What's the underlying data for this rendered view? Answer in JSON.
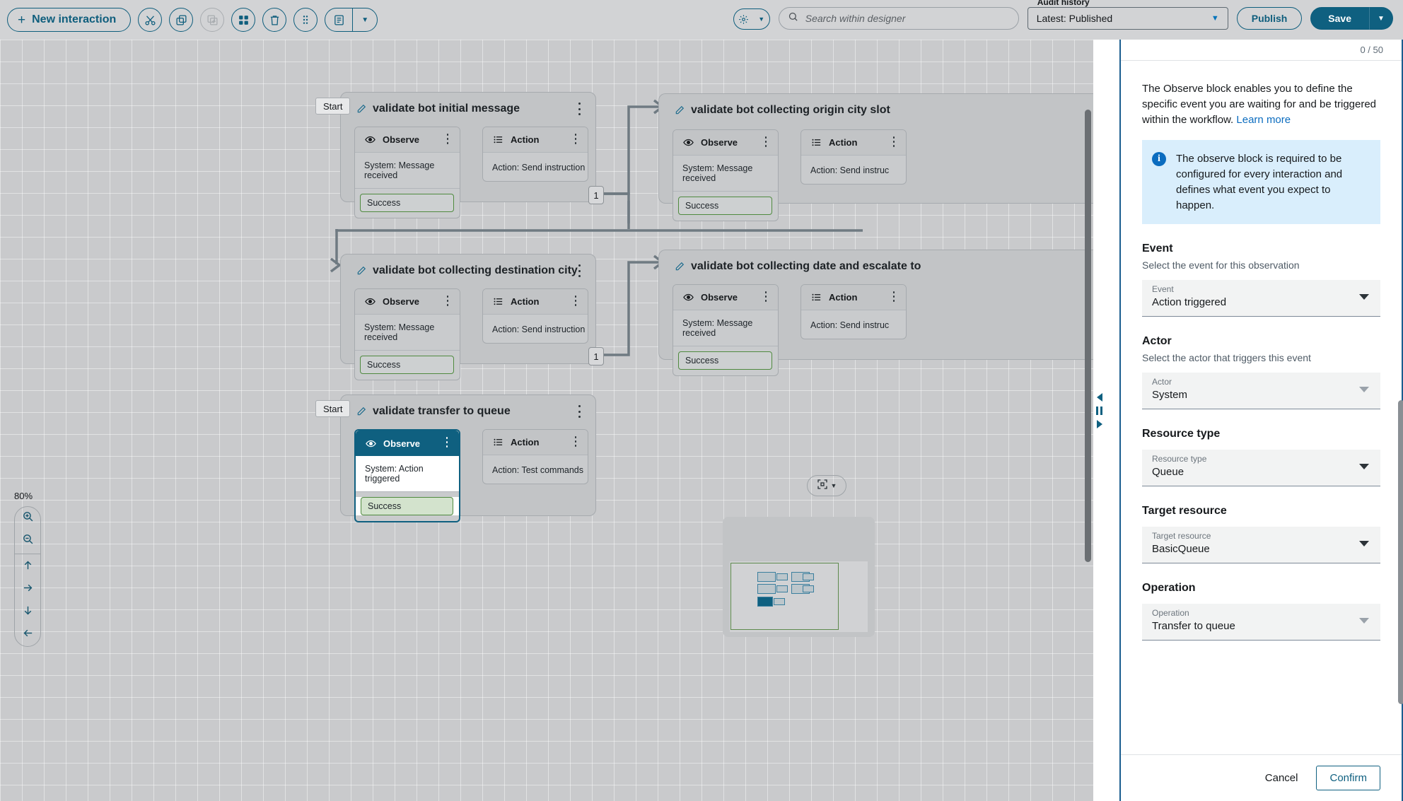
{
  "toolbar": {
    "new_interaction_label": "New interaction",
    "plus_icon": "plus-icon",
    "icons": [
      {
        "name": "cut-icon",
        "label": "Cut",
        "disabled": false
      },
      {
        "name": "copy-icon",
        "label": "Copy",
        "disabled": false
      },
      {
        "name": "paste-icon",
        "label": "Paste",
        "disabled": true
      },
      {
        "name": "duplicate-icon",
        "label": "Duplicate",
        "disabled": false
      },
      {
        "name": "delete-icon",
        "label": "Delete",
        "disabled": false
      },
      {
        "name": "drag-handle-icon",
        "label": "Move",
        "disabled": false
      }
    ],
    "notes_icon": "notes-icon",
    "notes_dropdown_icon": "chevron-down-icon",
    "settings_icon": "gear-icon",
    "settings_dropdown_icon": "chevron-down-icon"
  },
  "search": {
    "placeholder": "Search within designer",
    "value": "",
    "icon": "search-icon"
  },
  "audit_history": {
    "label": "Audit history",
    "value": "Latest: Published",
    "caret_icon": "chevron-down-icon"
  },
  "actions": {
    "publish_label": "Publish",
    "save_label": "Save",
    "save_dropdown_icon": "chevron-down-icon"
  },
  "canvas": {
    "zoom_level": "80%",
    "zoom_in_icon": "zoom-in-icon",
    "zoom_out_icon": "zoom-out-icon",
    "pan_up_icon": "arrow-up-icon",
    "pan_right_icon": "arrow-right-icon",
    "pan_down_icon": "arrow-down-icon",
    "pan_left_icon": "arrow-left-icon",
    "fit_icon": "fit-to-screen-icon",
    "fit_dropdown_icon": "chevron-down-icon",
    "start_label": "Start",
    "edge_badge_labels": [
      "1",
      "1"
    ],
    "groups": [
      {
        "title": "validate bot initial message",
        "has_start": true,
        "clipped": false,
        "observe": {
          "header": "Observe",
          "body": "System: Message received",
          "port": "Success"
        },
        "action": {
          "header": "Action",
          "body": "Action: Send instruction"
        },
        "selected": false
      },
      {
        "title": "validate bot collecting origin city slot",
        "has_start": false,
        "clipped": true,
        "observe": {
          "header": "Observe",
          "body": "System: Message received",
          "port": "Success"
        },
        "action": {
          "header": "Action",
          "body": "Action: Send instruc"
        },
        "selected": false
      },
      {
        "title": "validate bot collecting destination city",
        "has_start": false,
        "clipped": false,
        "observe": {
          "header": "Observe",
          "body": "System: Message received",
          "port": "Success"
        },
        "action": {
          "header": "Action",
          "body": "Action: Send instruction"
        },
        "selected": false
      },
      {
        "title": "validate bot collecting date and escalate to",
        "has_start": false,
        "clipped": true,
        "observe": {
          "header": "Observe",
          "body": "System: Message received",
          "port": "Success"
        },
        "action": {
          "header": "Action",
          "body": "Action: Send instruc"
        },
        "selected": false
      },
      {
        "title": "validate transfer to queue",
        "has_start": true,
        "clipped": false,
        "observe": {
          "header": "Observe",
          "body": "System: Action triggered",
          "port": "Success"
        },
        "action": {
          "header": "Action",
          "body": "Action: Test commands"
        },
        "selected": true
      }
    ]
  },
  "panel": {
    "counter": "0 / 50",
    "intro_text": "The Observe block enables you to define the specific event you are waiting for and be triggered within the workflow.",
    "learn_more": "Learn more",
    "alert_icon": "info-icon",
    "alert_text": "The observe block is required to be configured for every interaction and defines what event you expect to happen.",
    "sections": [
      {
        "heading": "Event",
        "subtitle": "Select the event for this observation",
        "field_label": "Event",
        "field_value": "Action triggered",
        "disabled": false
      },
      {
        "heading": "Actor",
        "subtitle": "Select the actor that triggers this event",
        "field_label": "Actor",
        "field_value": "System",
        "disabled": true
      },
      {
        "heading": "Resource type",
        "subtitle": "",
        "field_label": "Resource type",
        "field_value": "Queue",
        "disabled": false
      },
      {
        "heading": "Target resource",
        "subtitle": "",
        "field_label": "Target resource",
        "field_value": "BasicQueue",
        "disabled": false
      },
      {
        "heading": "Operation",
        "subtitle": "",
        "field_label": "Operation",
        "field_value": "Transfer to queue",
        "disabled": true
      }
    ],
    "cancel_label": "Cancel",
    "confirm_label": "Confirm"
  },
  "colors": {
    "accent": "#0f6080",
    "link": "#0b6cbf",
    "success_edge": "#4f8a3f",
    "panel_border": "#1a5d8f",
    "info_bg": "#d9eefc"
  }
}
